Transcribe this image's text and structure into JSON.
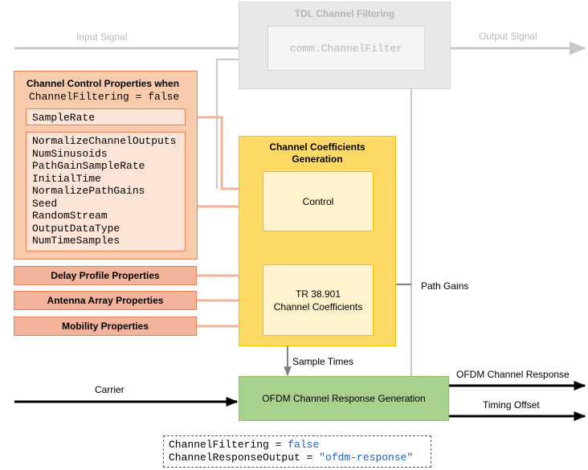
{
  "tdl": {
    "title": "TDL Channel Filtering",
    "filter_label": "comm.ChannelFilter",
    "input_label": "Input Signal",
    "output_label": "Output Signal"
  },
  "control_props": {
    "title_line1": "Channel Control Properties when",
    "title_line2": "ChannelFiltering = false",
    "sample_rate": "SampleRate",
    "items": [
      "NormalizeChannelOutputs",
      "NumSinusoids",
      "PathGainSampleRate",
      "InitialTime",
      "NormalizePathGains",
      "Seed",
      "RandomStream",
      "OutputDataType",
      "NumTimeSamples"
    ]
  },
  "property_blocks": {
    "delay": "Delay Profile Properties",
    "antenna": "Antenna Array Properties",
    "mobility": "Mobility Properties"
  },
  "coeff_gen": {
    "title_line1": "Channel Coefficients",
    "title_line2": "Generation",
    "control": "Control",
    "tr_line1": "TR 38.901",
    "tr_line2": "Channel Coefficients"
  },
  "labels": {
    "path_gains": "Path Gains",
    "sample_times": "Sample Times",
    "carrier": "Carrier",
    "ofdm_response": "OFDM Channel Response",
    "timing_offset": "Timing Offset"
  },
  "ofdm_block": "OFDM Channel Response Generation",
  "code_note": {
    "line1_key": "ChannelFiltering",
    "line1_op": " = ",
    "line1_val": "false",
    "line2_key": "ChannelResponseOutput",
    "line2_op": " = ",
    "line2_val": "\"ofdm-response\""
  },
  "colors": {
    "orange_fill": "#fbd5c2",
    "orange_border": "#e8825a",
    "yellow_outer": "#fed966",
    "yellow_inner": "#fff2cc",
    "green": "#a9d18e",
    "grey_box": "#e8e8e8",
    "value_blue": "#1f5fbf"
  }
}
